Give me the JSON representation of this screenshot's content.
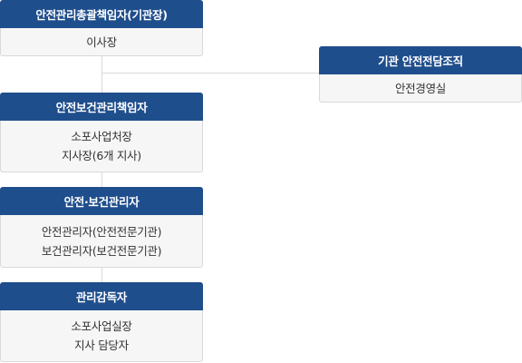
{
  "org": {
    "ceo": {
      "title": "안전관리총괄책임자(기관장)",
      "lines": [
        "이사장"
      ]
    },
    "dept": {
      "title": "기관 안전전담조직",
      "lines": [
        "안전경영실"
      ]
    },
    "health_manager": {
      "title": "안전보건관리책임자",
      "lines": [
        "소포사업처장",
        "지사장(6개 지사)"
      ]
    },
    "safety_manager": {
      "title": "안전·보건관리자",
      "lines": [
        "안전관리자(안전전문기관)",
        "보건관리자(보건전문기관)"
      ]
    },
    "supervisor": {
      "title": "관리감독자",
      "lines": [
        "소포사업실장",
        "지사 담당자"
      ]
    }
  },
  "colors": {
    "header": "#1f4e8c",
    "body": "#f6f6f6",
    "connector": "#d9d9d9"
  }
}
